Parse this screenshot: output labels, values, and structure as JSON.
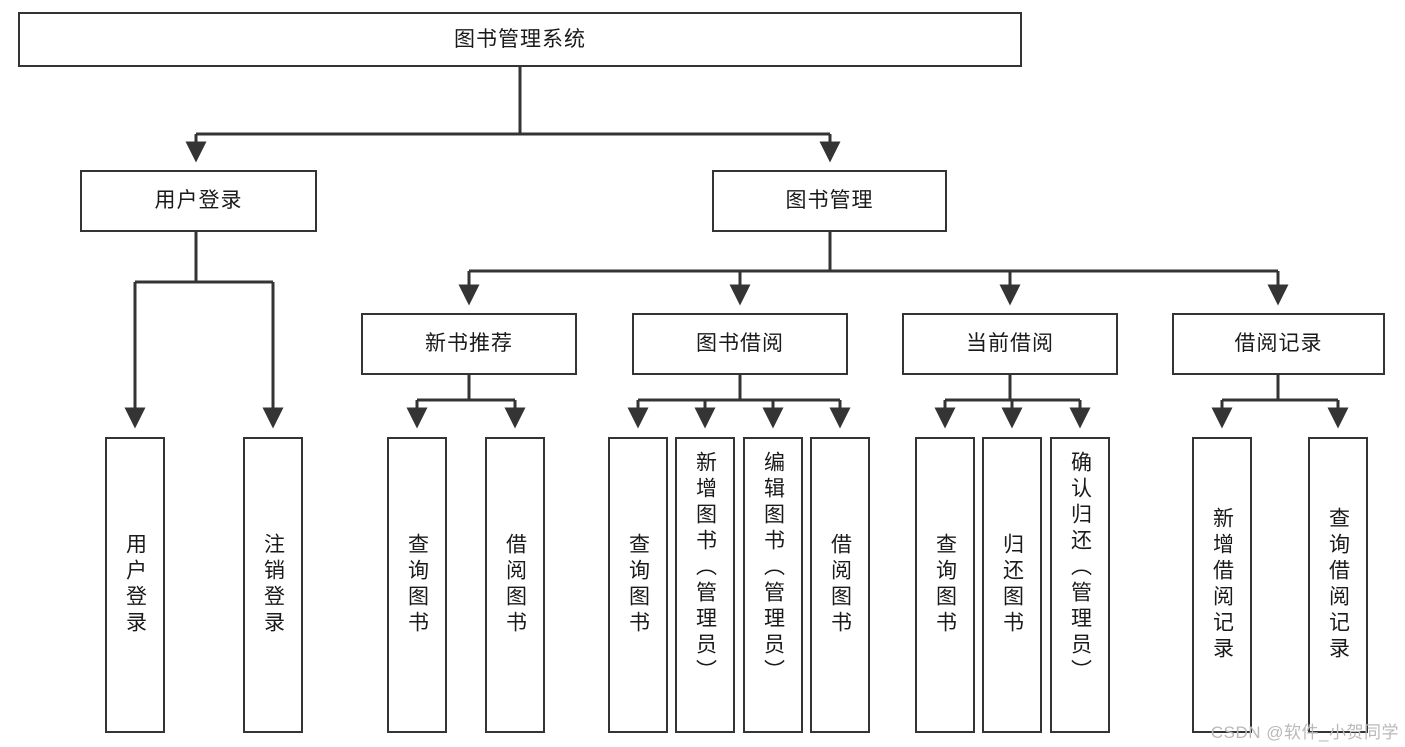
{
  "diagram": {
    "type": "tree-hierarchy",
    "title": "图书管理系统",
    "root": {
      "label": "图书管理系统"
    },
    "level2": [
      {
        "label": "用户登录"
      },
      {
        "label": "图书管理"
      }
    ],
    "level3": [
      {
        "label": "新书推荐"
      },
      {
        "label": "图书借阅"
      },
      {
        "label": "当前借阅"
      },
      {
        "label": "借阅记录"
      }
    ],
    "leaves": {
      "user_login": [
        {
          "label": "用户登录"
        },
        {
          "label": "注销登录"
        }
      ],
      "new_book_recommend": [
        {
          "label": "查询图书"
        },
        {
          "label": "借阅图书"
        }
      ],
      "book_borrow": [
        {
          "label": "查询图书"
        },
        {
          "label": "新增图书（管理员）"
        },
        {
          "label": "编辑图书（管理员）"
        },
        {
          "label": "借阅图书"
        }
      ],
      "current_borrow": [
        {
          "label": "查询图书"
        },
        {
          "label": "归还图书"
        },
        {
          "label": "确认归还（管理员）"
        }
      ],
      "borrow_record": [
        {
          "label": "新增借阅记录"
        },
        {
          "label": "查询借阅记录"
        }
      ]
    }
  },
  "watermark": {
    "text": "CSDN @软件_小贺同学"
  },
  "colors": {
    "stroke": "#343434",
    "background": "#ffffff",
    "text": "#1a1a1a",
    "watermark": "#b9b9b9"
  }
}
